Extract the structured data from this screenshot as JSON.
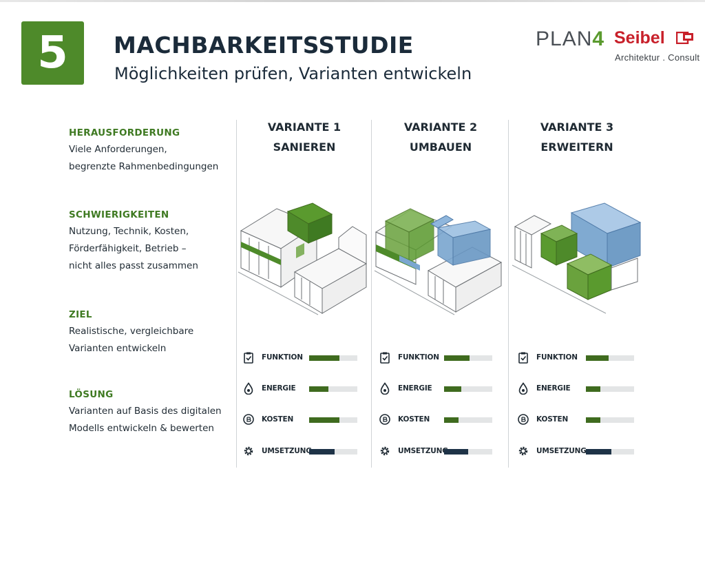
{
  "header": {
    "number": "5",
    "title": "MACHBARKEITSSTUDIE",
    "subtitle": "Möglichkeiten prüfen, Varianten entwickeln"
  },
  "logo": {
    "plan": "PLAN",
    "plan_digit": "4",
    "seibel": "Seibel",
    "tagline": "Architektur . Consult"
  },
  "sections": [
    {
      "heading": "HERAUSFORDERUNG",
      "lines": [
        "Viele Anforderungen,",
        "begrenzte Rahmenbedingungen"
      ]
    },
    {
      "heading": "SCHWIERIGKEITEN",
      "lines": [
        "Nutzung, Technik, Kosten,",
        "Förderfähigkeit, Betrieb –",
        "nicht alles passt zusammen"
      ]
    },
    {
      "heading": "ZIEL",
      "lines": [
        "Realistische, vergleichbare",
        "Varianten entwickeln"
      ]
    },
    {
      "heading": "LÖSUNG",
      "lines": [
        "Varianten auf Basis des digitalen",
        "Modells entwickeln & bewerten"
      ]
    }
  ],
  "colors": {
    "green_dark": "#3f6b1f",
    "green_light": "#6aa23d",
    "navy": "#1e3347",
    "blue": "#7aa6cf",
    "track": "#e3e5e6"
  },
  "variants": [
    {
      "line1": "VARIANTE 1",
      "line2": "SANIEREN",
      "metrics": [
        {
          "label": "FUNKTION",
          "icon": "clipboard-check-icon",
          "level": 0.63,
          "color": "green"
        },
        {
          "label": "ENERGIE",
          "icon": "drop-icon",
          "level": 0.4,
          "color": "green"
        },
        {
          "label": "KOSTEN",
          "icon": "coin-icon",
          "level": 0.63,
          "color": "green"
        },
        {
          "label": "UMSETZUNG",
          "icon": "gear-icon",
          "level": 0.53,
          "color": "navy"
        }
      ]
    },
    {
      "line1": "VARIANTE 2",
      "line2": "UMBAUEN",
      "metrics": [
        {
          "label": "FUNKTION",
          "icon": "clipboard-check-icon",
          "level": 0.53,
          "color": "green"
        },
        {
          "label": "ENERGIE",
          "icon": "drop-icon",
          "level": 0.36,
          "color": "green"
        },
        {
          "label": "KOSTEN",
          "icon": "coin-icon",
          "level": 0.3,
          "color": "green"
        },
        {
          "label": "UMSETZUNG",
          "icon": "gear-icon",
          "level": 0.5,
          "color": "navy"
        }
      ]
    },
    {
      "line1": "VARIANTE 3",
      "line2": "ERWEITERN",
      "metrics": [
        {
          "label": "FUNKTION",
          "icon": "clipboard-check-icon",
          "level": 0.47,
          "color": "green"
        },
        {
          "label": "ENERGIE",
          "icon": "drop-icon",
          "level": 0.3,
          "color": "green"
        },
        {
          "label": "KOSTEN",
          "icon": "coin-icon",
          "level": 0.3,
          "color": "green"
        },
        {
          "label": "UMSETZUNG",
          "icon": "gear-icon",
          "level": 0.53,
          "color": "navy"
        }
      ]
    }
  ]
}
